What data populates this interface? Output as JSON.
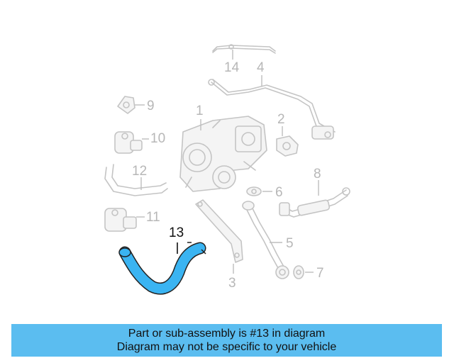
{
  "callouts": {
    "c1": "1",
    "c2": "2",
    "c3": "3",
    "c4": "4",
    "c5": "5",
    "c6": "6",
    "c7": "7",
    "c8": "8",
    "c9": "9",
    "c10": "10",
    "c11": "11",
    "c12": "12",
    "c13": "13",
    "c14": "14"
  },
  "highlight": {
    "part_number": "13",
    "color": "#3ab4f2"
  },
  "banner": {
    "line1": "Part or sub-assembly is #13 in diagram",
    "line2": "Diagram may not be specific to your vehicle",
    "background": "#5bbdf0"
  }
}
